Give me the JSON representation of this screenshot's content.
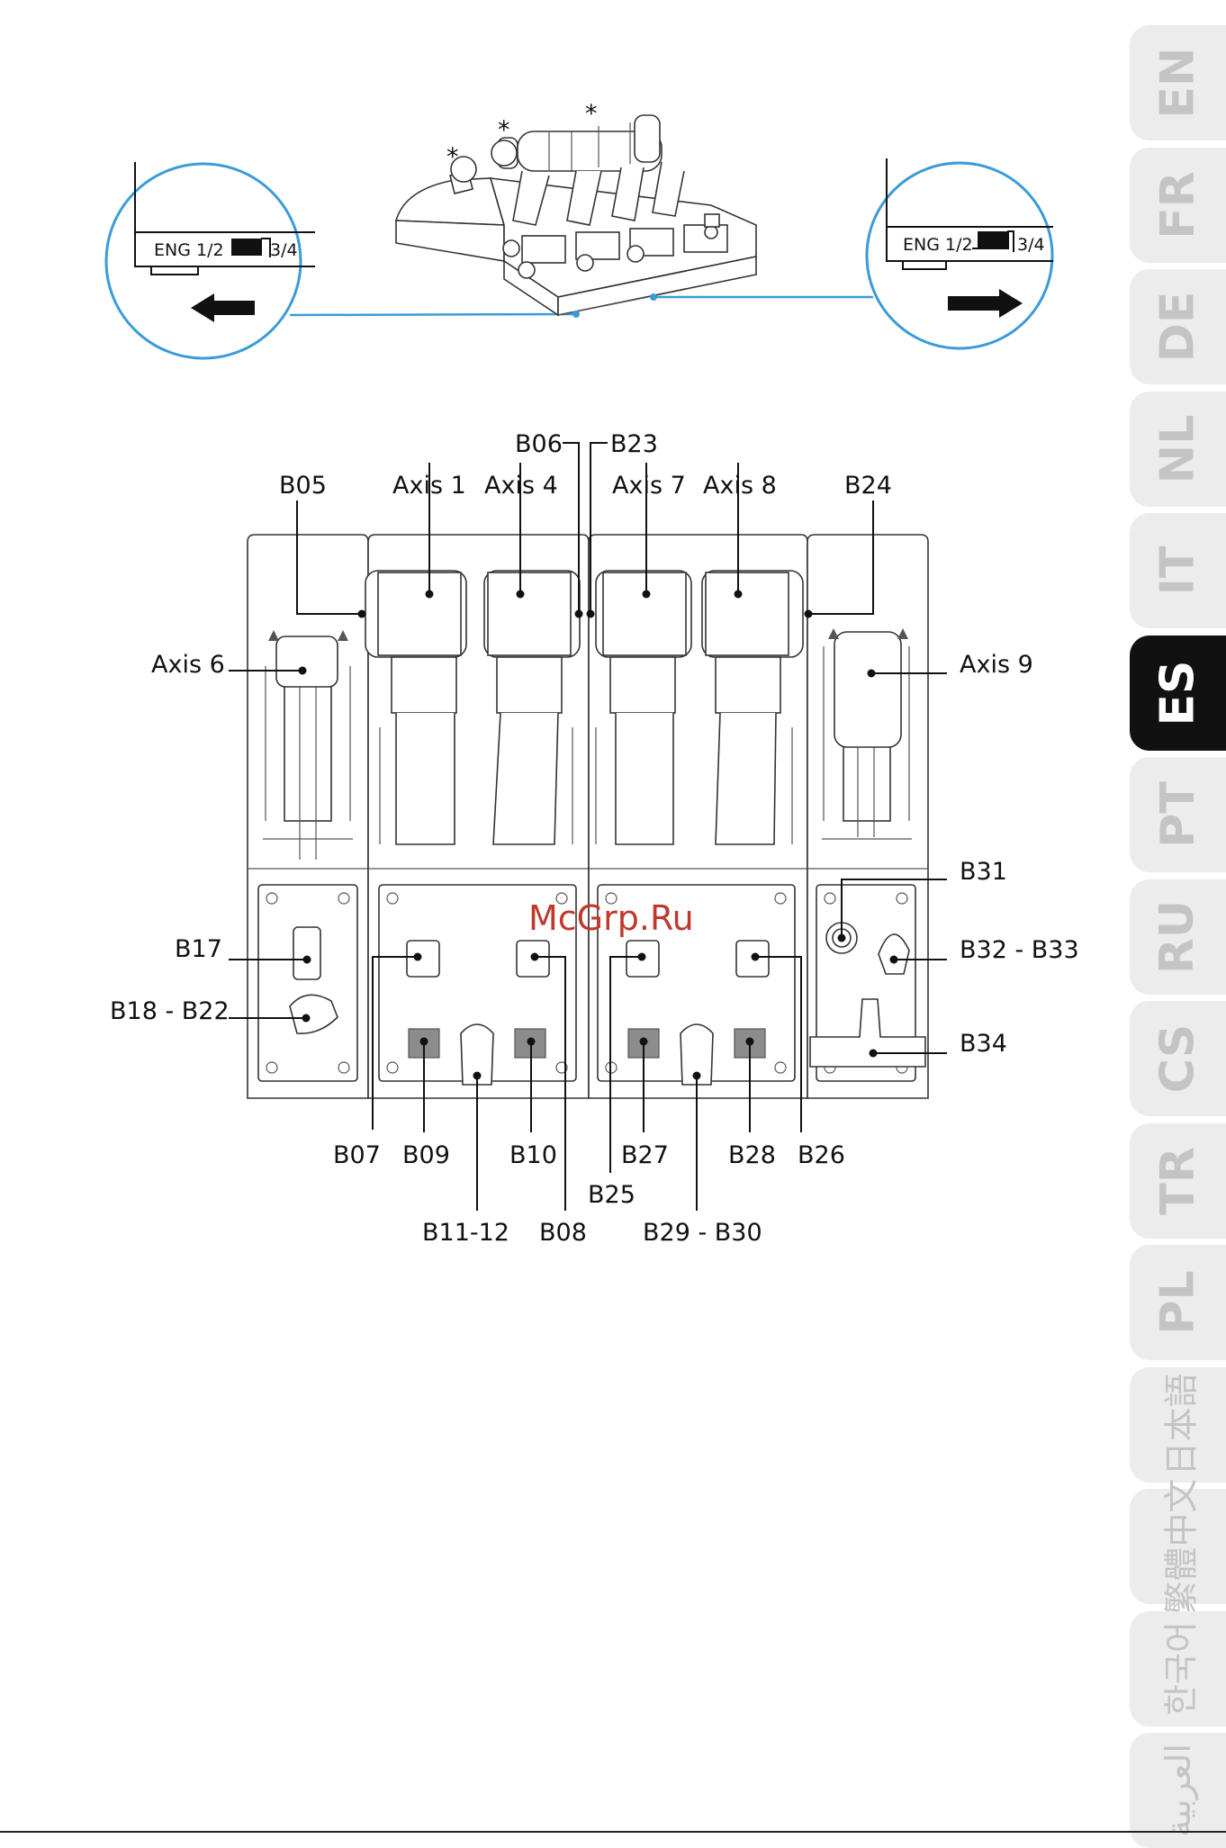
{
  "watermark": "McGrp.Ru",
  "switch_left": {
    "left_text": "ENG 1/2",
    "right_text": "3/4"
  },
  "switch_right": {
    "left_text": "ENG 1/2",
    "right_text": "3/4"
  },
  "asterisk": "*",
  "labels": {
    "b05": "B05",
    "axis1": "Axis 1",
    "axis4": "Axis 4",
    "b06": "B06",
    "b23": "B23",
    "axis7": "Axis 7",
    "axis8": "Axis 8",
    "b24": "B24",
    "axis6": "Axis 6",
    "axis9": "Axis 9",
    "b17": "B17",
    "b18_b22": "B18 - B22",
    "b31": "B31",
    "b32_b33": "B32 - B33",
    "b34": "B34",
    "b07": "B07",
    "b09": "B09",
    "b10": "B10",
    "b27": "B27",
    "b28": "B28",
    "b26": "B26",
    "b25": "B25",
    "b11_12": "B11-12",
    "b08": "B08",
    "b29_b30": "B29 - B30"
  },
  "language_tabs": [
    {
      "code": "EN",
      "active": false
    },
    {
      "code": "FR",
      "active": false
    },
    {
      "code": "DE",
      "active": false
    },
    {
      "code": "NL",
      "active": false
    },
    {
      "code": "IT",
      "active": false
    },
    {
      "code": "ES",
      "active": true
    },
    {
      "code": "PT",
      "active": false
    },
    {
      "code": "RU",
      "active": false
    },
    {
      "code": "CS",
      "active": false
    },
    {
      "code": "TR",
      "active": false
    },
    {
      "code": "PL",
      "active": false
    },
    {
      "code": "日本語",
      "active": false
    },
    {
      "code": "繁體中文",
      "active": false
    },
    {
      "code": "한국어",
      "active": false
    },
    {
      "code": "العربية",
      "active": false
    }
  ],
  "colors": {
    "callout_blue": "#3b9bd8",
    "active_tab": "#111111",
    "tab_bg": "#ececec",
    "tab_text": "#c4c4c4",
    "button_grey": "#8c8c8c"
  }
}
